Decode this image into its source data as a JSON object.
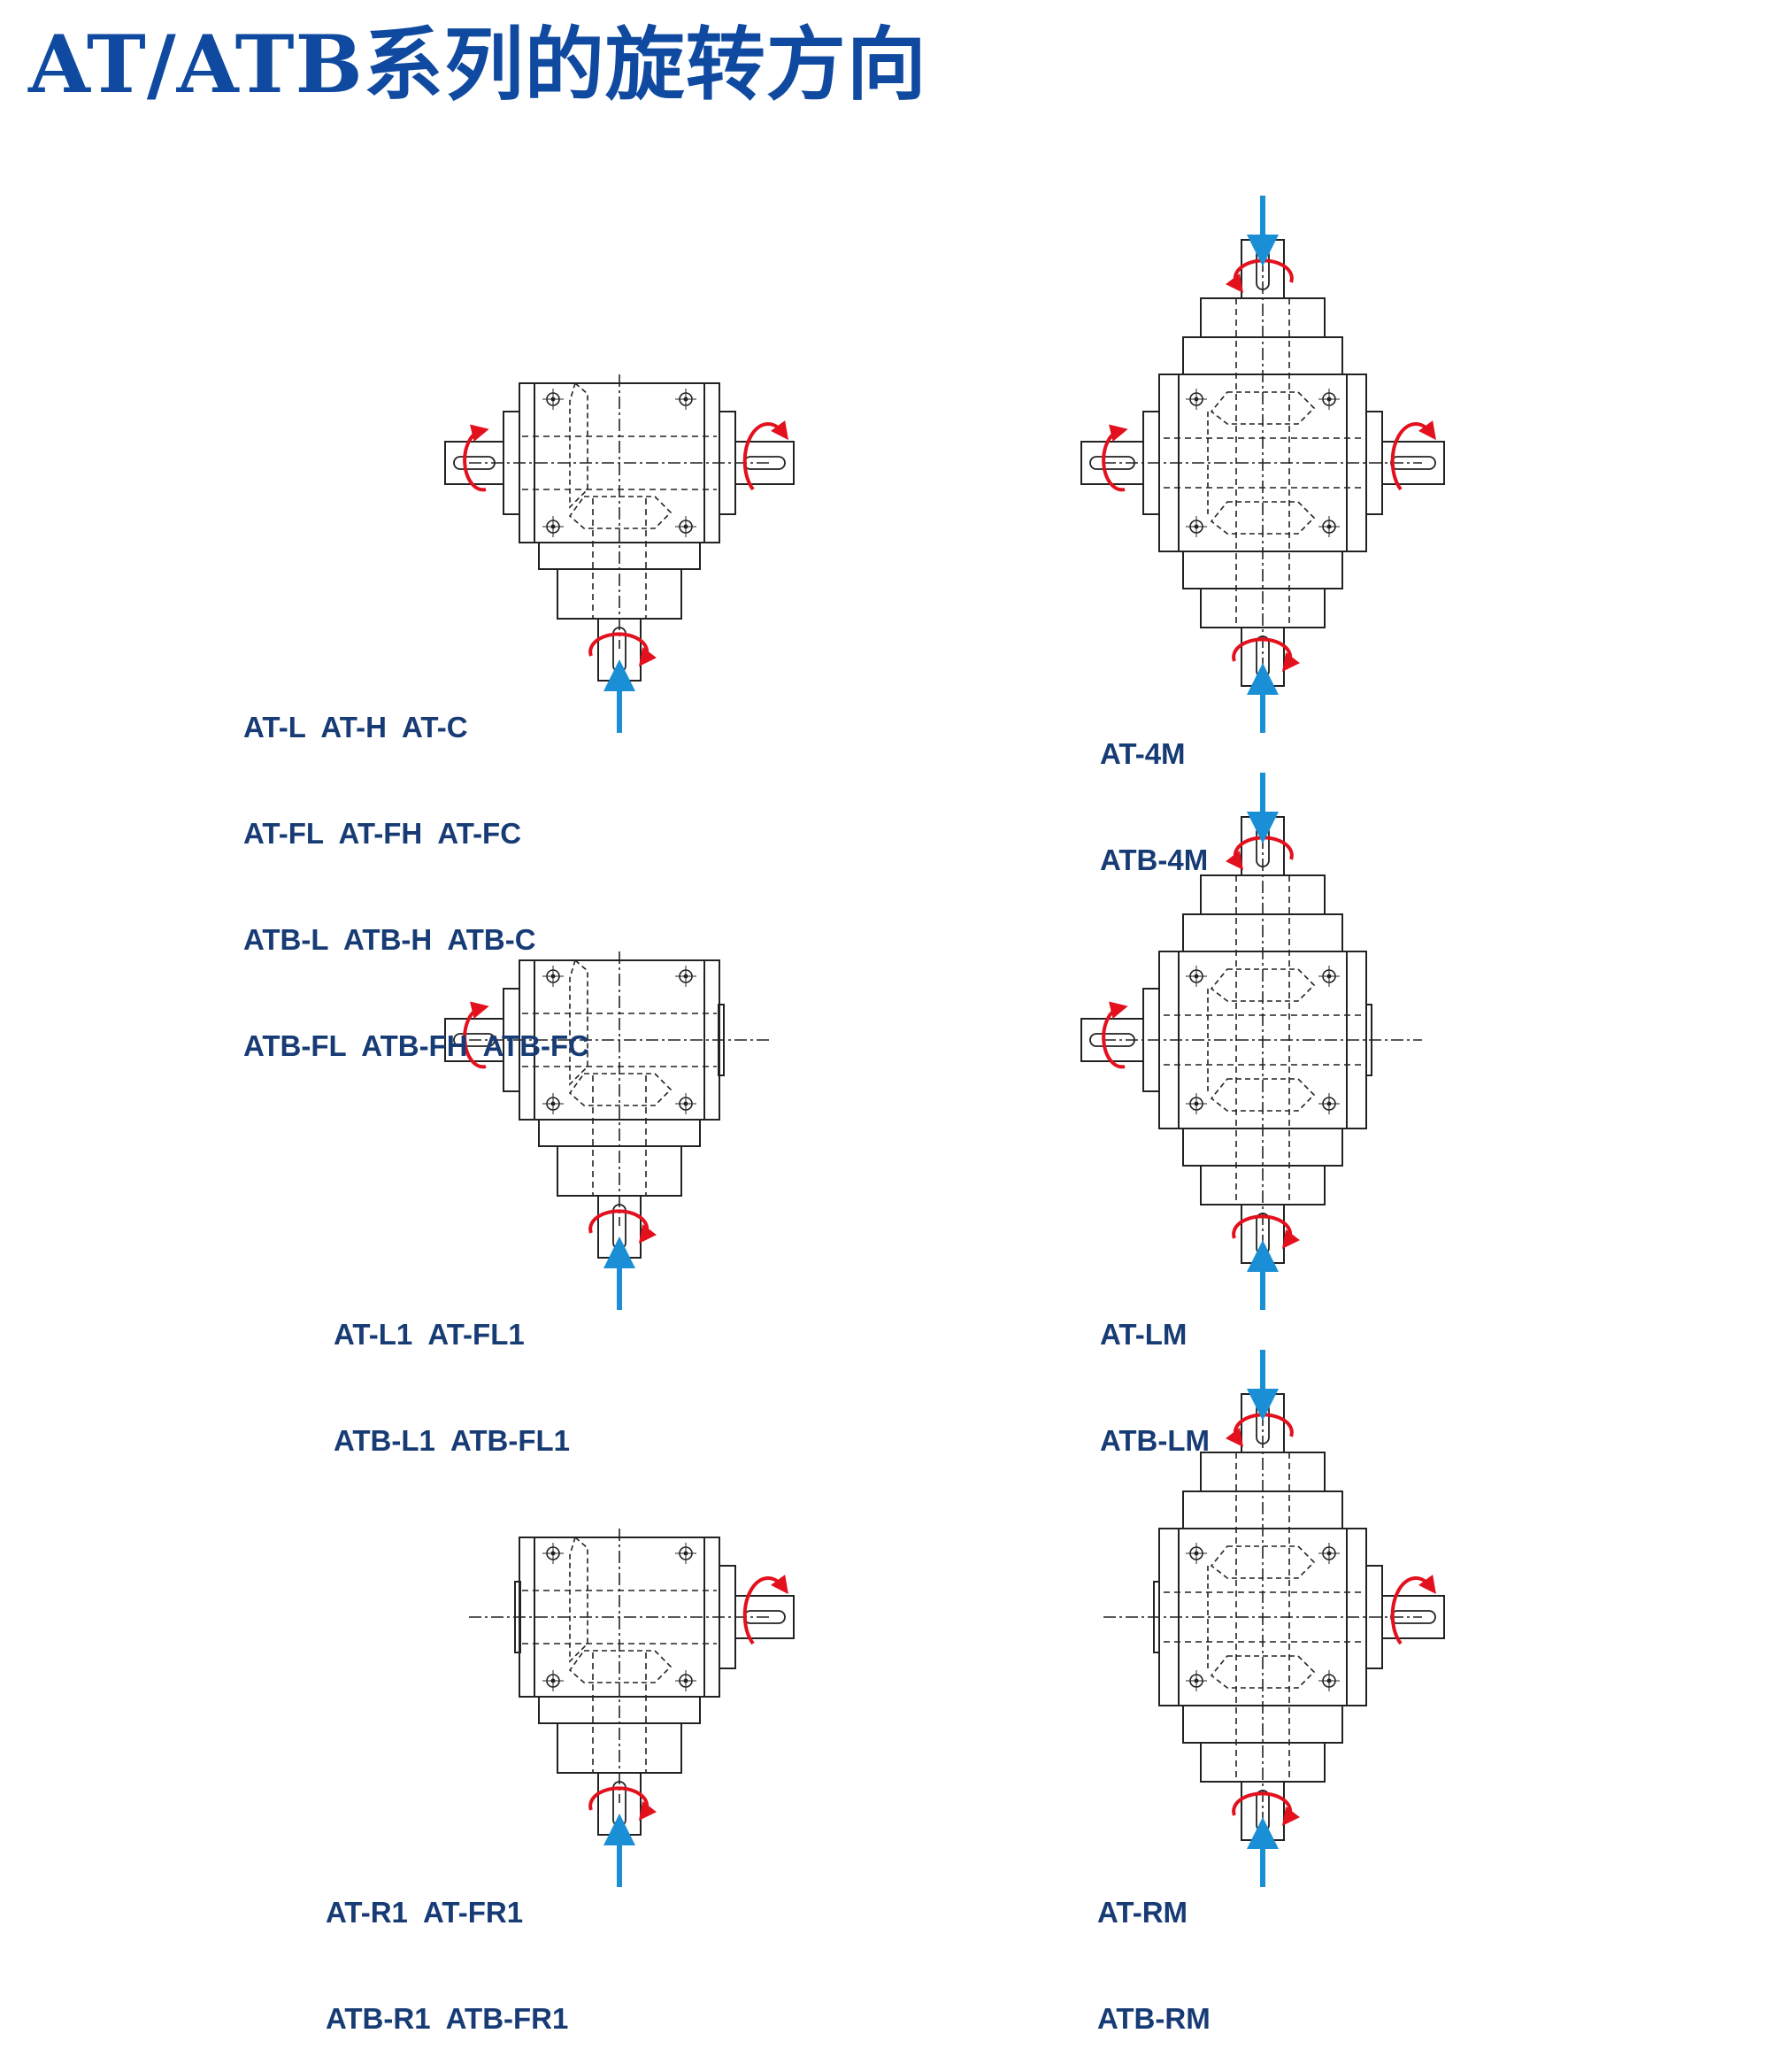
{
  "title": "AT/ATB系列的旋转方向",
  "colors": {
    "title": "#0f4aa0",
    "label": "#173b74",
    "input_arrow": "#1a8fd6",
    "rotation_arrow": "#e3101d",
    "line": "#222222"
  },
  "icons": {
    "input": "blue-input-arrow",
    "rotation": "red-rotation-arrow"
  },
  "panels": [
    {
      "id": "left-top",
      "variant": "two-output",
      "models": [
        "AT-L  AT-H  AT-C",
        "AT-FL  AT-FH  AT-FC",
        "ATB-L  ATB-H  ATB-C",
        "ATB-FL  ATB-FH  ATB-FC"
      ]
    },
    {
      "id": "right-top",
      "variant": "four-way",
      "models": [
        "AT-4M",
        "ATB-4M"
      ]
    },
    {
      "id": "left-middle",
      "variant": "left-output",
      "models": [
        "AT-L1  AT-FL1",
        "ATB-L1  ATB-FL1"
      ]
    },
    {
      "id": "right-middle",
      "variant": "left-output-through",
      "models": [
        "AT-LM",
        "ATB-LM"
      ]
    },
    {
      "id": "left-bottom",
      "variant": "right-output",
      "models": [
        "AT-R1  AT-FR1",
        "ATB-R1  ATB-FR1"
      ]
    },
    {
      "id": "right-bottom",
      "variant": "right-output-through",
      "models": [
        "AT-RM",
        "ATB-RM"
      ]
    }
  ]
}
